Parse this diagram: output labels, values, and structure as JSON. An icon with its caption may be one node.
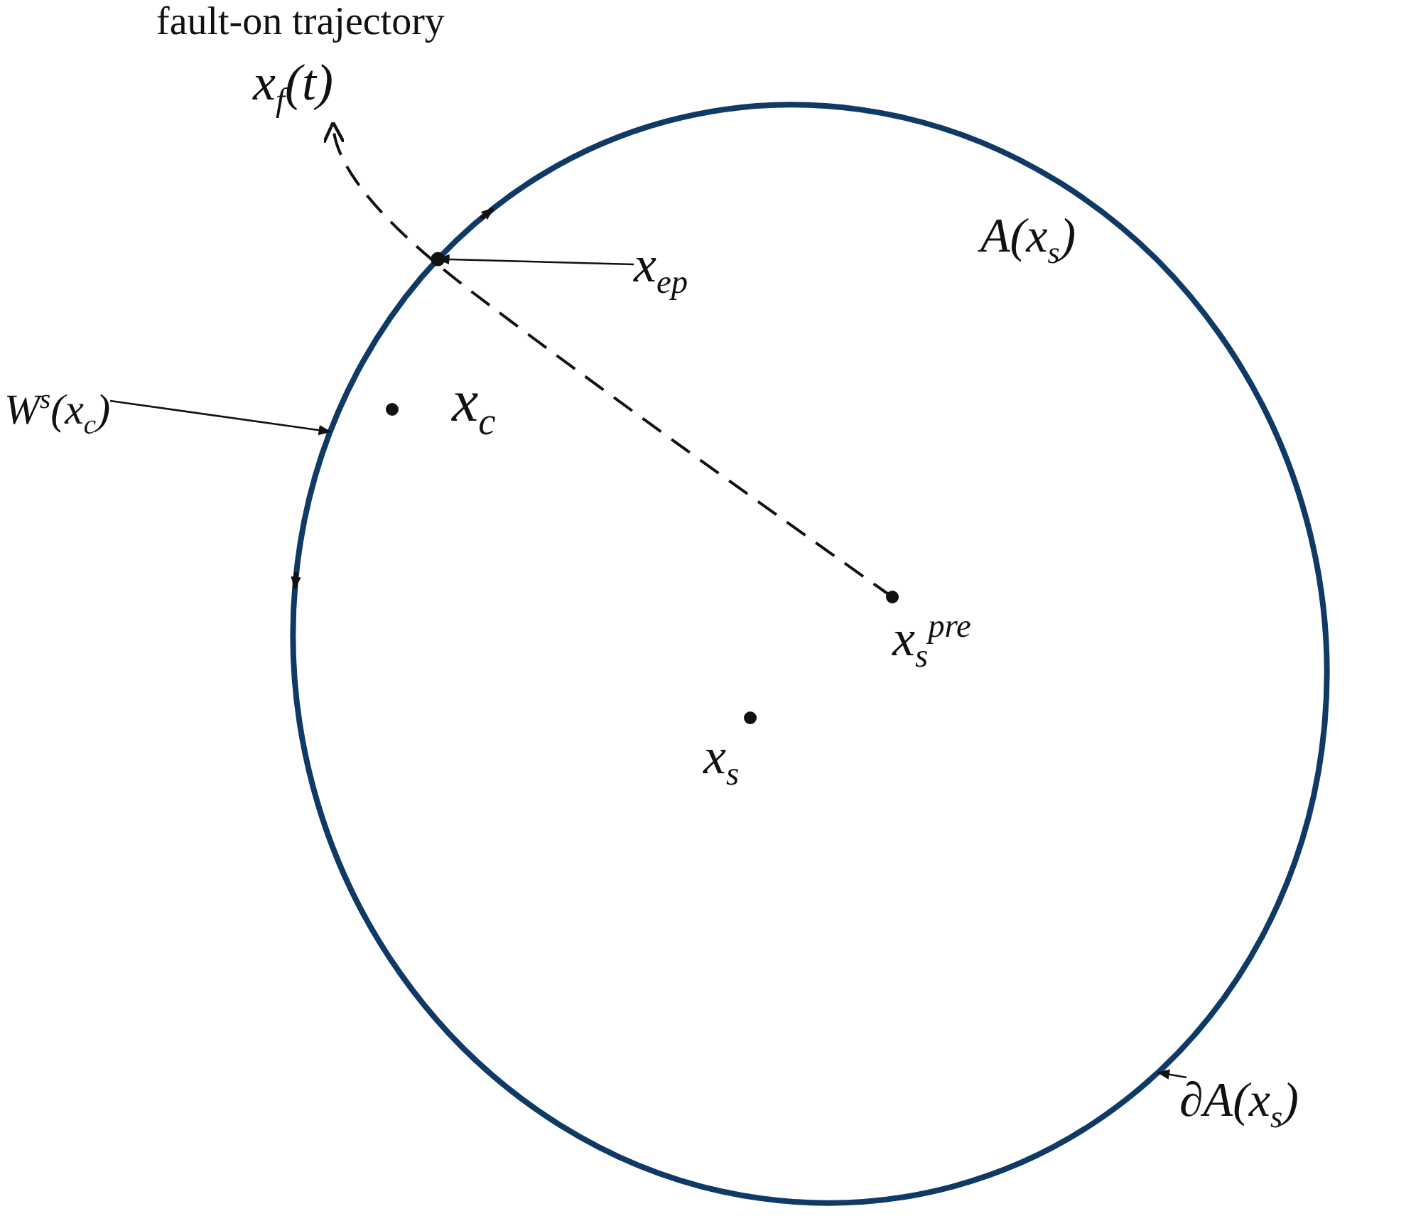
{
  "diagram": {
    "nodes": [
      {
        "text": [
          "A(x$_{s}$)"
        ]
      },
      {
        "text": [
          "x$_{f}$(t)"
        ],
        "beside": [
          "fault-on trajectory"
        ]
      },
      {
        "text": [
          "x$_{ep}$"
        ],
        "in": 0
      },
      {
        "text": [],
        "shape": "circle"
      },
      {
        "text": [
          "W$^{s}$(x$_{c}$)"
        ]
      },
      {
        "text": [
          "x$_{c}$"
        ],
        "in": 0
      },
      {
        "text": [
          "x$_{s}$$^{pre}$"
        ],
        "in": 0
      },
      {
        "text": [
          "x$_{s}$"
        ],
        "in": 0
      },
      {
        "text": [
          "∂A(x$_{s}$)"
        ]
      }
    ],
    "edges": [
      {
        "from": 6,
        "to": 1,
        "arrow": "to",
        "style": "dashed"
      },
      {
        "from": 2,
        "to": 3,
        "arrow": "to"
      },
      {
        "from": 4,
        "to": 0,
        "arrow": "to"
      },
      {
        "from": 8,
        "to": 0,
        "arrow": "to"
      }
    ]
  }
}
